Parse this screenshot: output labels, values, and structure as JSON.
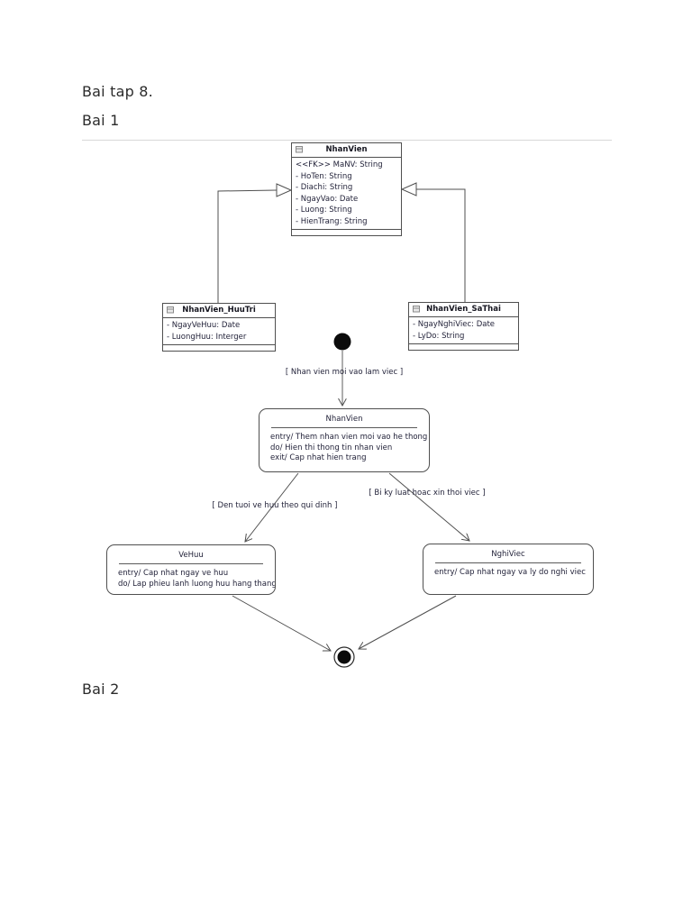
{
  "headings": {
    "title": "Bai tap 8.",
    "section1": "Bai 1",
    "section2": "Bai 2"
  },
  "class_diagram": {
    "classes": [
      {
        "name": "NhanVien",
        "attributes": [
          "<<FK>> MaNV: String",
          "- HoTen: String",
          "- Diachi: String",
          "- NgayVao: Date",
          "- Luong: String",
          "- HienTrang: String"
        ]
      },
      {
        "name": "NhanVien_HuuTri",
        "attributes": [
          "- NgayVeHuu: Date",
          "- LuongHuu: Interger"
        ]
      },
      {
        "name": "NhanVien_SaThai",
        "attributes": [
          "- NgayNghiViec: Date",
          "- LyDo: String"
        ]
      }
    ]
  },
  "state_diagram": {
    "initial_transition_label": "[ Nhan vien moi vao lam viec ]",
    "vehuu_transition_label": "[ Den tuoi ve huu theo qui dinh ]",
    "nghiviec_transition_label": "[ Bi ky luat hoac xin thoi viec ]",
    "states": [
      {
        "name": "NhanVien",
        "actions": [
          "entry/ Them nhan vien moi vao he thong",
          "do/ Hien thi thong tin nhan vien",
          "exit/ Cap nhat hien trang"
        ]
      },
      {
        "name": "VeHuu",
        "actions": [
          "entry/ Cap nhat ngay ve huu",
          "do/ Lap phieu lanh luong huu hang thang"
        ]
      },
      {
        "name": "NghiViec",
        "actions": [
          "entry/ Cap nhat ngay va ly do nghi viec"
        ]
      }
    ]
  },
  "colors": {
    "connector_line": "#4f4f4f",
    "diagram_text": "#23233a",
    "heading_text": "#2b2b2b",
    "page_divider": "#d8d8d8",
    "state_fill": "#ffffff",
    "terminal_fill": "#0b0b0b"
  }
}
